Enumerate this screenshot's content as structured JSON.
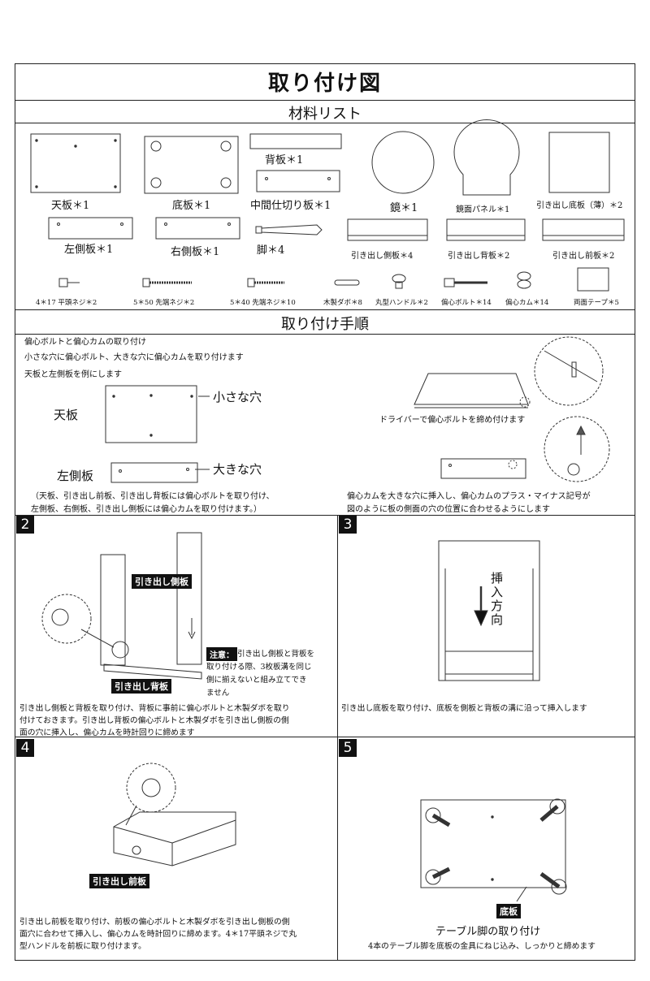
{
  "title": "取り付け図",
  "sections": {
    "materials": "材料リスト",
    "steps": "取り付け手順"
  },
  "materials": {
    "row1": [
      "天板＊1",
      "底板＊1",
      "背板＊1",
      "中間仕切り板＊1",
      "鏡＊1",
      "鏡面パネル＊1",
      "引き出し底板（薄）＊2"
    ],
    "row2": [
      "左側板＊1",
      "右側板＊1",
      "脚＊4",
      "引き出し側板＊4",
      "引き出し背板＊2",
      "引き出し前板＊2"
    ],
    "row3": [
      "4＊17 平頭ネジ＊2",
      "5＊50 先端ネジ＊2",
      "5＊40 先端ネジ＊10",
      "木製ダボ＊8",
      "丸型ハンドル＊2",
      "偏心ボルト＊14",
      "偏心カム＊14",
      "両面テープ＊5"
    ]
  },
  "step1": {
    "heading": "偏心ボルトと偏心カムの取り付け",
    "line1": "小さな穴に偏心ボルト、大きな穴に偏心カムを取り付けます",
    "line2": "天板と左側板を例にします",
    "top_label": "天板",
    "small_hole": "小さな穴",
    "left_label": "左側板",
    "big_hole": "大きな穴",
    "note1": "（天板、引き出し前板、引き出し背板には偏心ボルトを取り付け、",
    "note2": "左側板、右側板、引き出し側板には偏心カムを取り付けます。）",
    "right_caption1": "ドライバーで偏心ボルトを締め付けます",
    "right_caption2a": "偏心カムを大きな穴に挿入し、偏心カムのプラス・マイナス記号が",
    "right_caption2b": "図のように板の側面の穴の位置に合わせるようにします"
  },
  "step2": {
    "number": "2",
    "tag_side": "引き出し側板",
    "tag_back": "引き出し背板",
    "note_label": "注意：",
    "note_l1": "引き出し側板と背板を",
    "note_l2": "取り付ける際、3枚板溝を同じ",
    "note_l3": "側に揃えないと組み立てでき",
    "note_l4": "ません",
    "desc1": "引き出し側板と背板を取り付け、背板に事前に偏心ボルトと木製ダボを取り",
    "desc2": "付けておきます。引き出し背板の偏心ボルトと木製ダボを引き出し側板の側",
    "desc3": "面の穴に挿入し、偏心カムを時計回りに締めます"
  },
  "step3": {
    "number": "3",
    "arrow_text": [
      "挿",
      "入",
      "方",
      "向"
    ],
    "desc": "引き出し底板を取り付け、底板を側板と背板の溝に沿って挿入します"
  },
  "step4": {
    "number": "4",
    "tag_front": "引き出し前板",
    "desc1": "引き出し前板を取り付け、前板の偏心ボルトと木製ダボを引き出し側板の側",
    "desc2": "面穴に合わせて挿入し、偏心カムを時計回りに締めます。4＊17平頭ネジで丸",
    "desc3": "型ハンドルを前板に取り付けます。"
  },
  "step5": {
    "number": "5",
    "tag_bottom": "底板",
    "subtitle": "テーブル脚の取り付け",
    "desc": "4本のテーブル脚を底板の金具にねじ込み、しっかりと締めます"
  }
}
